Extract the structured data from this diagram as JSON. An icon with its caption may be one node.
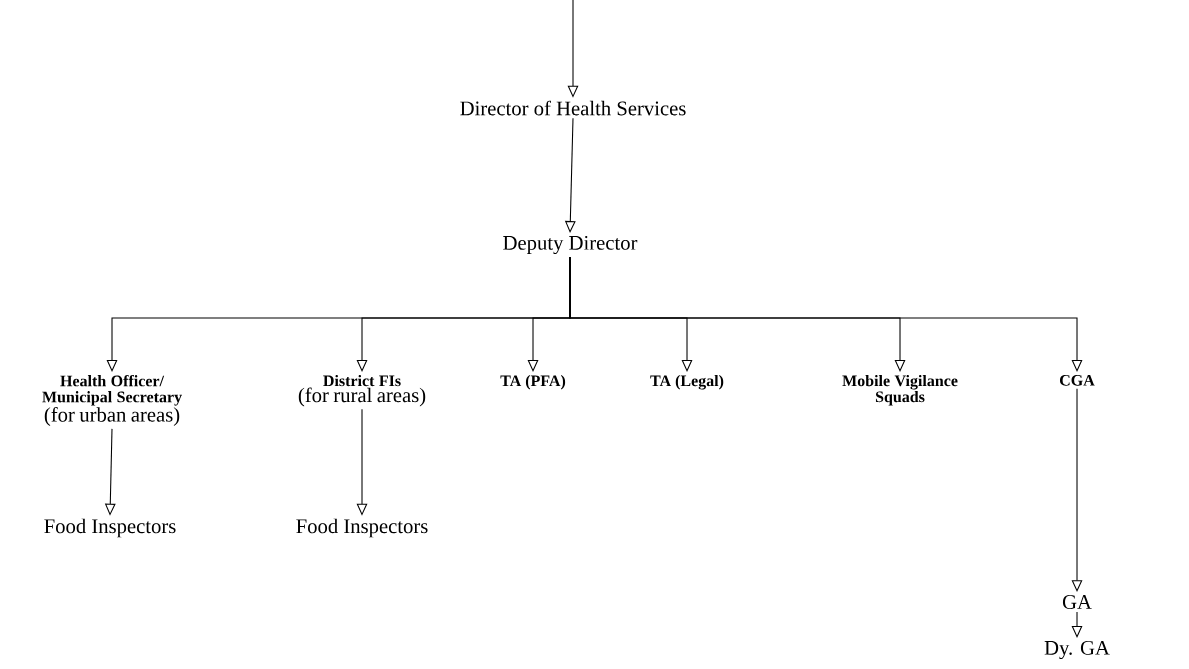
{
  "diagram": {
    "nodes": [
      {
        "text": [
          "Director of Health Services"
        ]
      },
      {
        "text": [
          "Deputy Director"
        ]
      },
      {
        "text": [
          "Health Officer/ Municipal Secretary",
          "(for urban areas)"
        ]
      },
      {
        "text": [
          "District FIs",
          "(for rural areas)"
        ]
      },
      {
        "text": [
          "TA (PFA)"
        ]
      },
      {
        "text": [
          "TA (Legal)"
        ]
      },
      {
        "text": [
          "Mobile Vigilance Squads"
        ]
      },
      {
        "text": [
          "CGA"
        ]
      },
      {
        "text": [
          "Food Inspectors"
        ]
      },
      {
        "text": [
          "Food Inspectors"
        ]
      },
      {
        "text": [
          "GA"
        ]
      },
      {
        "text": [
          "Dy. GA"
        ]
      }
    ],
    "edges": [
      {
        "from": null,
        "to": 0,
        "arrow": "to"
      },
      {
        "from": 0,
        "to": 1,
        "arrow": "to"
      },
      {
        "from": 1,
        "to": 2,
        "arrow": "to"
      },
      {
        "from": 1,
        "to": 3,
        "arrow": "to"
      },
      {
        "from": 1,
        "to": 4,
        "arrow": "to"
      },
      {
        "from": 1,
        "to": 5,
        "arrow": "to"
      },
      {
        "from": 1,
        "to": 6,
        "arrow": "to"
      },
      {
        "from": 1,
        "to": 7,
        "arrow": "to"
      },
      {
        "from": 2,
        "to": 8,
        "arrow": "to"
      },
      {
        "from": 3,
        "to": 9,
        "arrow": "to"
      },
      {
        "from": 7,
        "to": 10,
        "arrow": "to"
      },
      {
        "from": 10,
        "to": 11,
        "arrow": "to"
      }
    ]
  }
}
